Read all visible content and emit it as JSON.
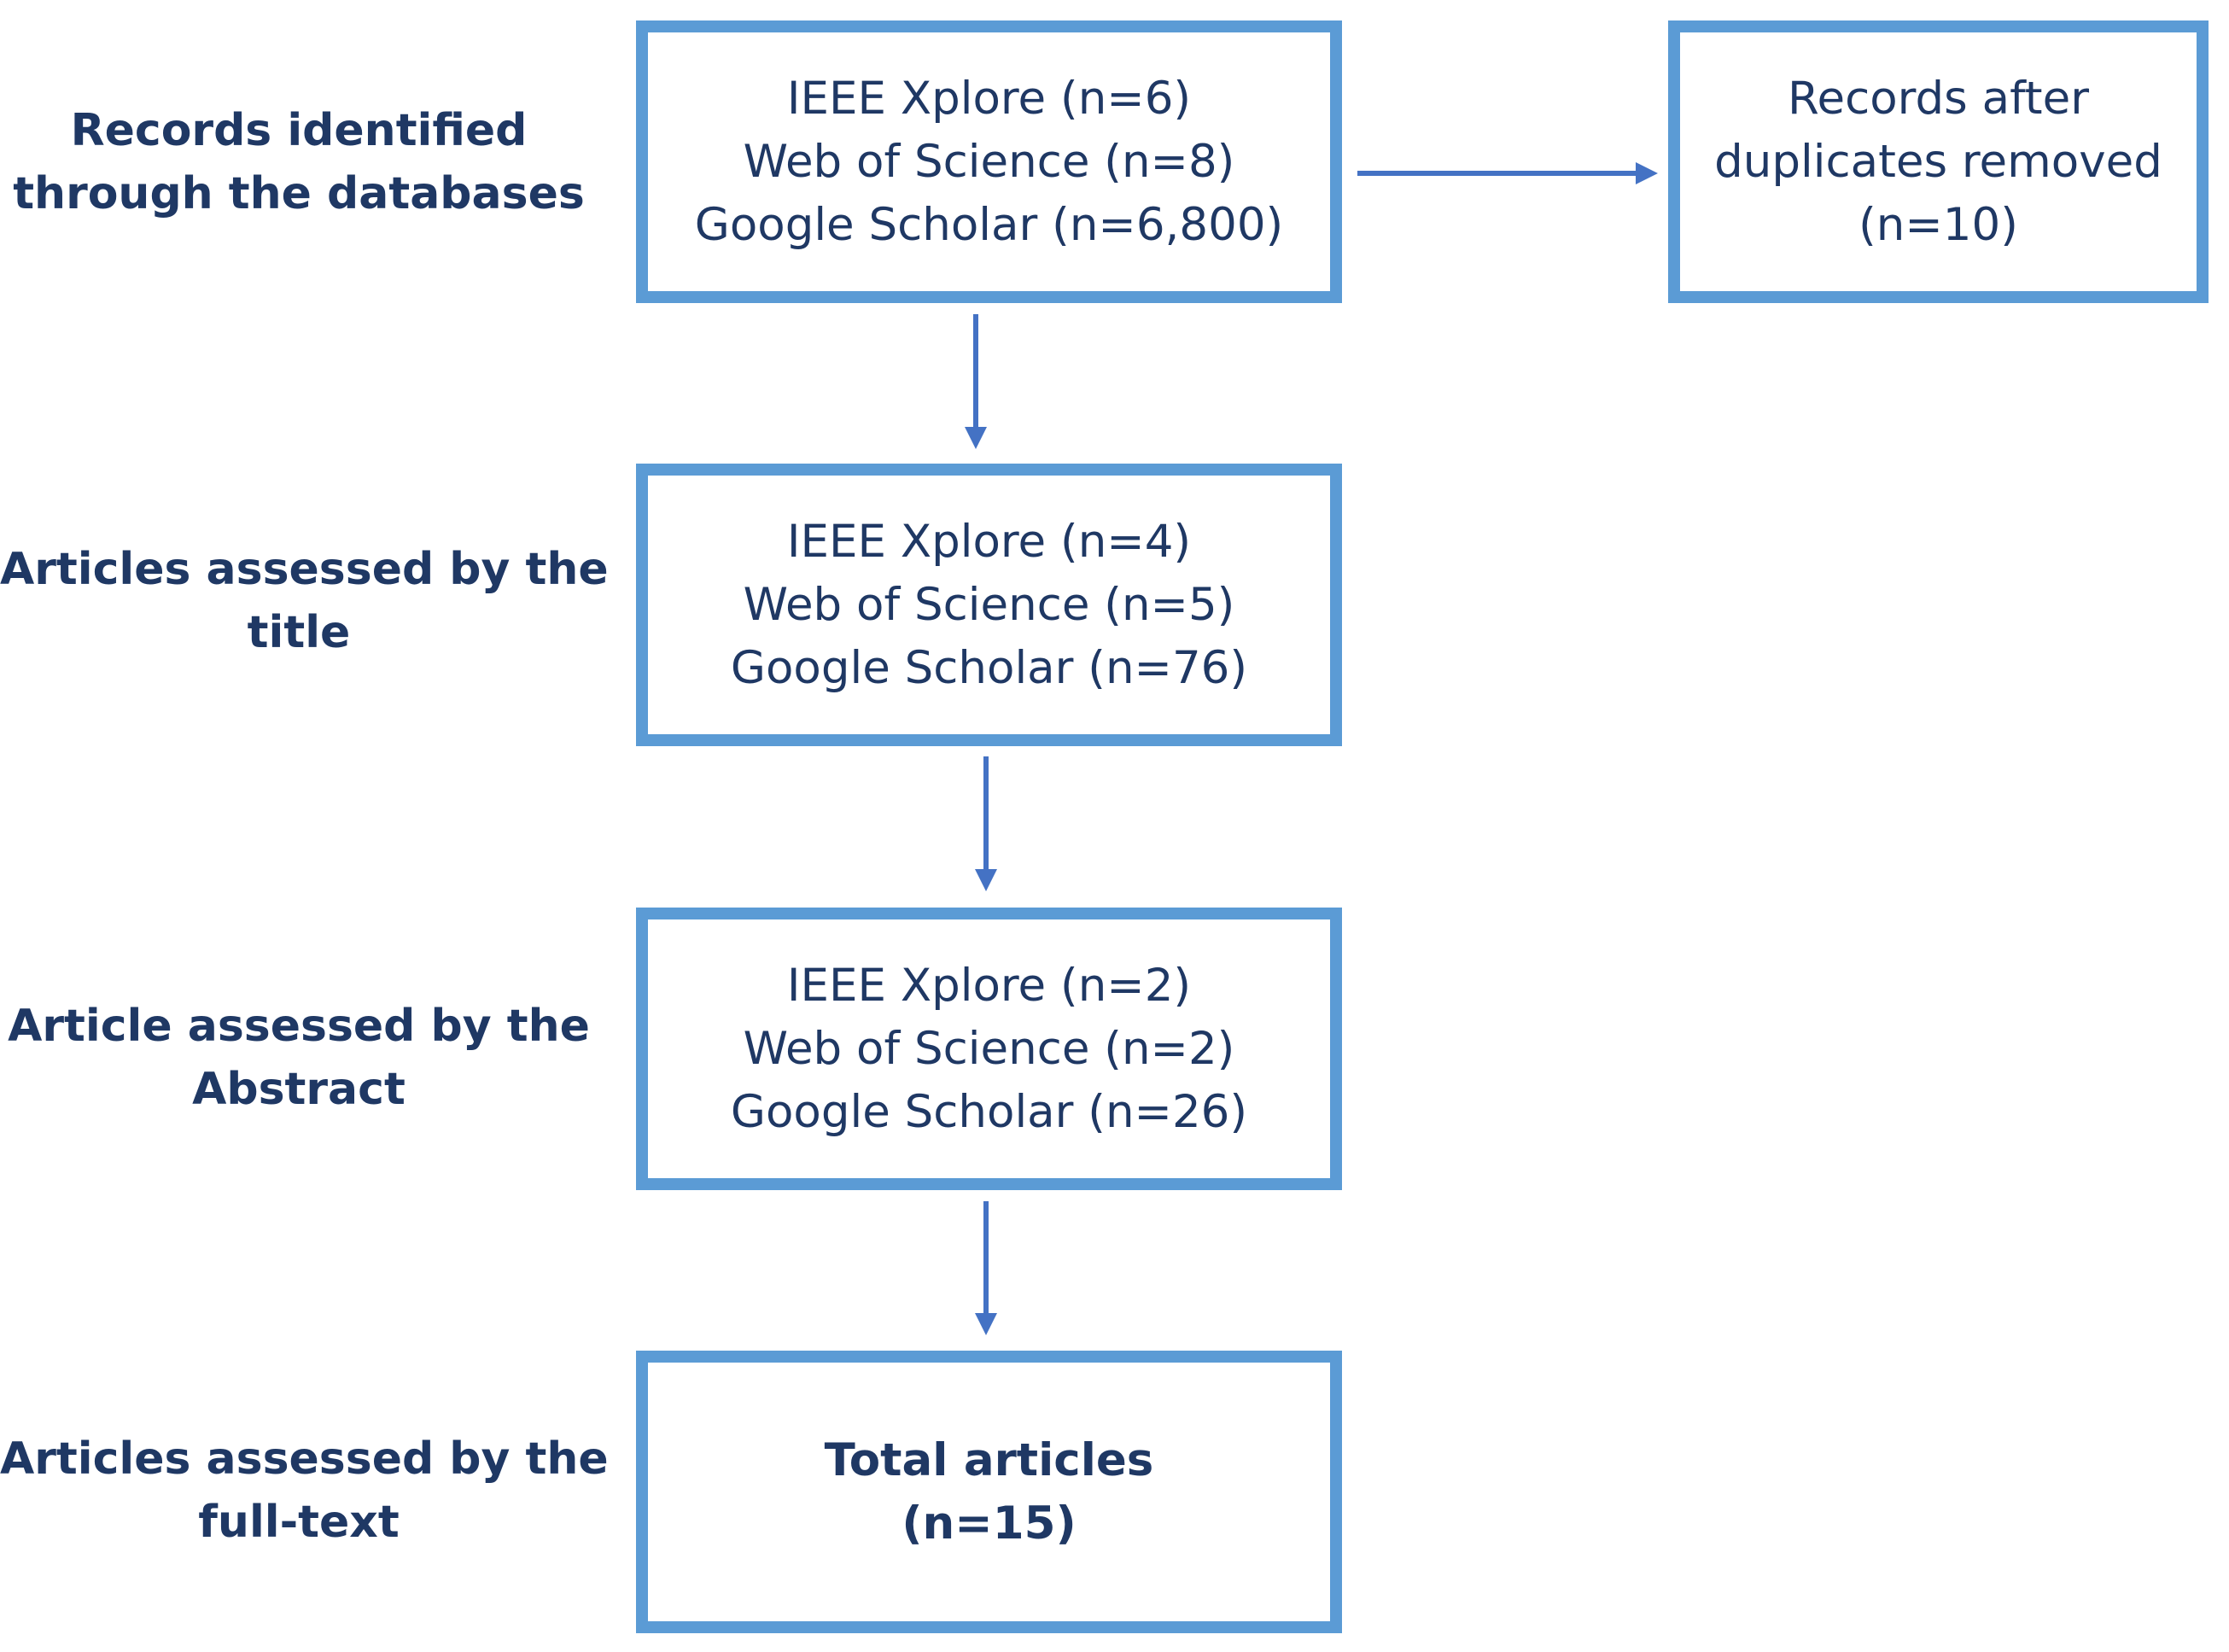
{
  "stages": [
    {
      "label_lines": [
        "Records identified",
        "through the databases"
      ]
    },
    {
      "label_lines": [
        "Articles assessed by the",
        "title"
      ]
    },
    {
      "label_lines": [
        "Article assessed by the",
        "Abstract"
      ]
    },
    {
      "label_lines": [
        "Articles assessed by the",
        "full-text"
      ]
    }
  ],
  "boxes": {
    "identified": [
      "IEEE Xplore (n=6)",
      "Web of Science (n=8)",
      "Google Scholar (n=6,800)"
    ],
    "title": [
      "IEEE Xplore (n=4)",
      "Web of Science (n=5)",
      "Google Scholar (n=76)"
    ],
    "abstract": [
      "IEEE Xplore (n=2)",
      "Web of Science (n=2)",
      "Google Scholar (n=26)"
    ],
    "total": [
      "Total articles",
      "(n=15)"
    ],
    "duplicates": [
      "Records after",
      "duplicates removed",
      "(n=10)"
    ]
  },
  "colors": {
    "box_border": "#5b9bd5",
    "arrow": "#4472c4",
    "text": "#1f3864"
  }
}
